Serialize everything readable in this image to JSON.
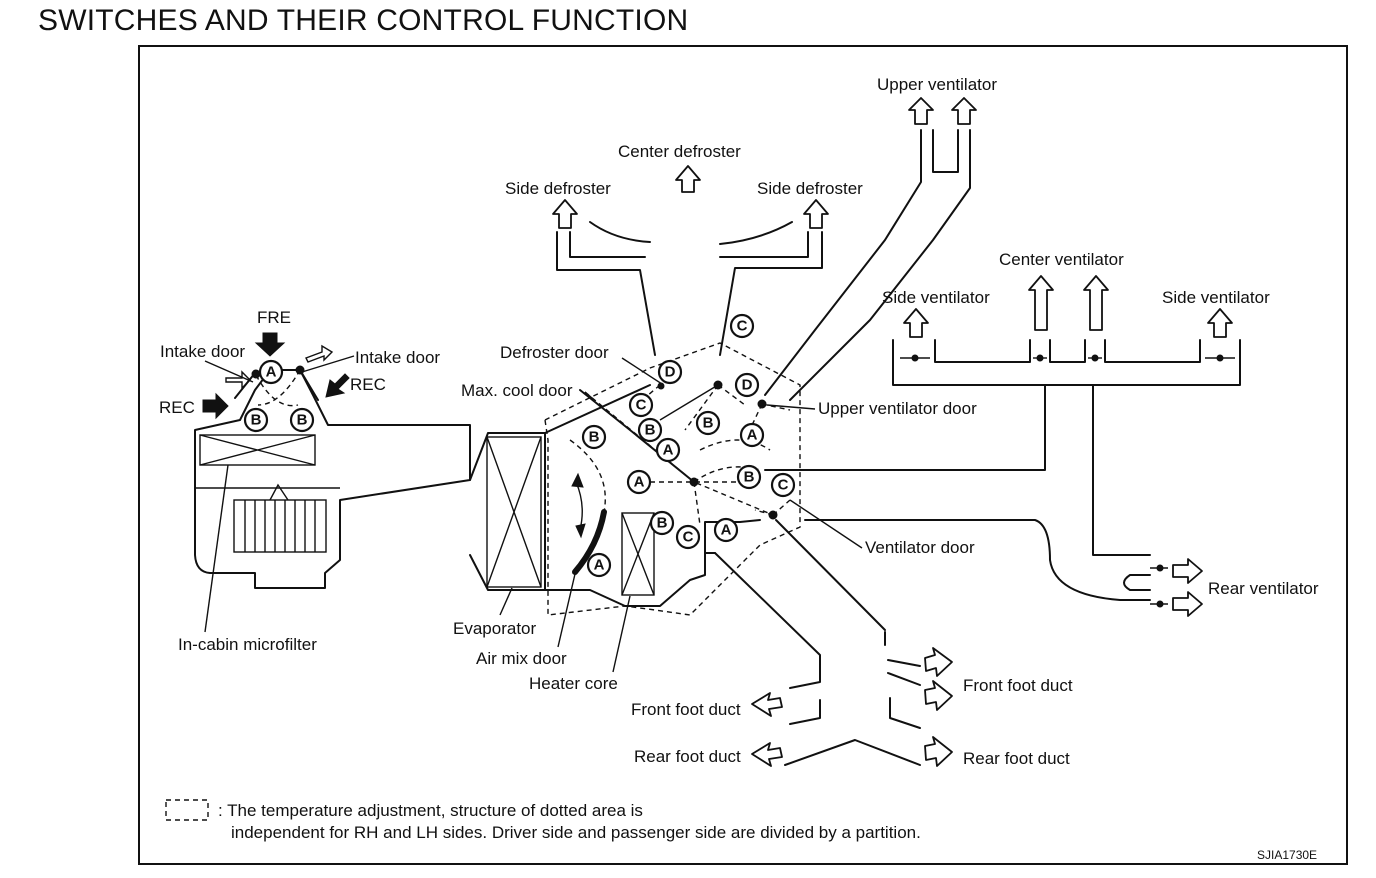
{
  "title": "SWITCHES AND THEIR CONTROL FUNCTION",
  "code": "SJIA1730E",
  "labels": {
    "upper_ventilator": "Upper ventilator",
    "center_defroster": "Center defroster",
    "side_defroster_left": "Side defroster",
    "side_defroster_right": "Side defroster",
    "center_ventilator": "Center ventilator",
    "side_ventilator_left": "Side ventilator",
    "side_ventilator_right": "Side ventilator",
    "fre": "FRE",
    "intake_door_left": "Intake door",
    "intake_door_right": "Intake door",
    "rec_left": "REC",
    "rec_right": "REC",
    "defroster_door": "Defroster door",
    "max_cool_door": "Max. cool door",
    "upper_ventilator_door": "Upper ventilator door",
    "ventilator_door": "Ventilator door",
    "rear_ventilator": "Rear ventilator",
    "in_cabin_microfilter": "In-cabin microfilter",
    "evaporator": "Evaporator",
    "air_mix_door": "Air mix door",
    "heater_core": "Heater core",
    "front_foot_duct_left": "Front foot duct",
    "front_foot_duct_right": "Front foot duct",
    "rear_foot_duct_left": "Rear foot duct",
    "rear_foot_duct_right": "Rear foot duct"
  },
  "position_markers": {
    "A": "A",
    "B": "B",
    "C": "C",
    "D": "D"
  },
  "legend": {
    "line1": ": The temperature adjustment, structure of dotted area is",
    "line2": "independent for RH and LH sides. Driver side and passenger side are divided by a partition."
  }
}
